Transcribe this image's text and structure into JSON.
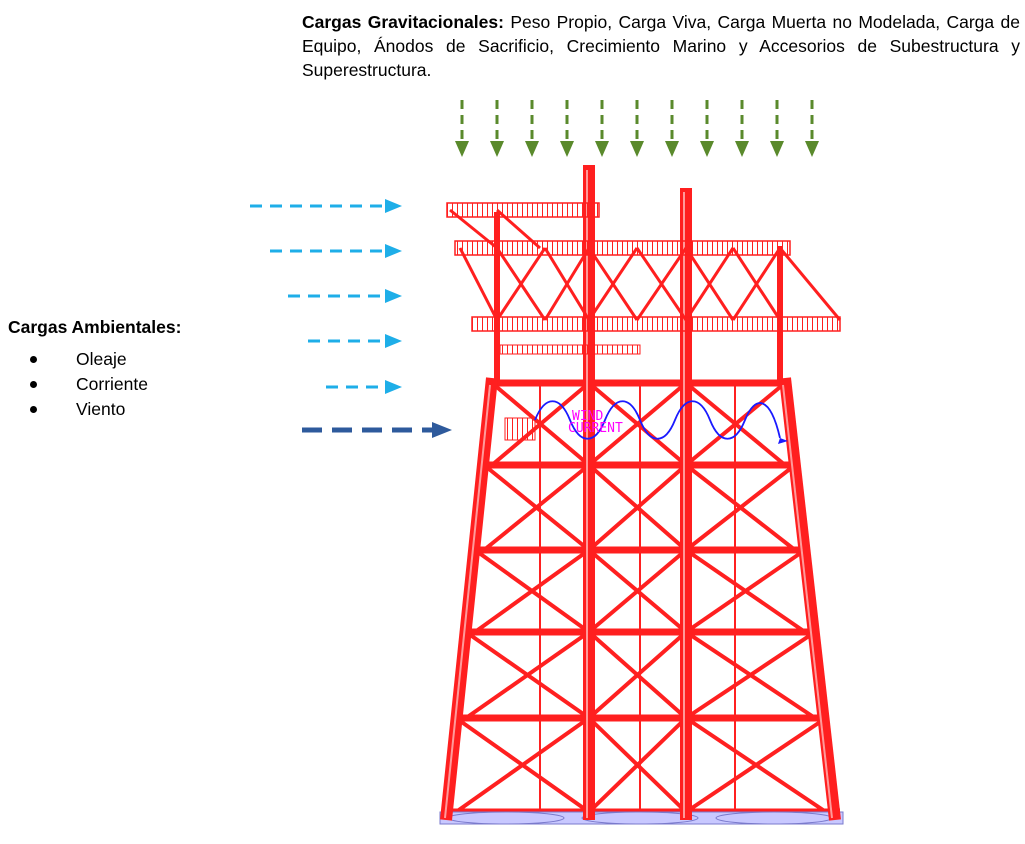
{
  "gravitational": {
    "title": "Cargas Gravitacionales:",
    "text": " Peso Propio, Carga Viva, Carga Muerta no Modelada, Carga de Equipo, Ánodos de Sacrificio, Crecimiento Marino y Accesorios de Subestructura y Superestructura."
  },
  "environmental": {
    "title": "Cargas Ambientales:",
    "items": [
      "Oleaje",
      "Corriente",
      "Viento"
    ]
  },
  "model_labels": {
    "label_a": "WIND",
    "label_b": "CURRENT"
  },
  "colors": {
    "gravity_arrow": "#5a8a2c",
    "light_arrow": "#1eaee8",
    "dark_arrow": "#2e5a9c",
    "structure": "#ff1f1f",
    "wave": "#1a1aff",
    "label": "#ff00ff"
  },
  "icons": [
    "down-arrow-icon",
    "right-arrow-icon",
    "bullet-icon"
  ]
}
